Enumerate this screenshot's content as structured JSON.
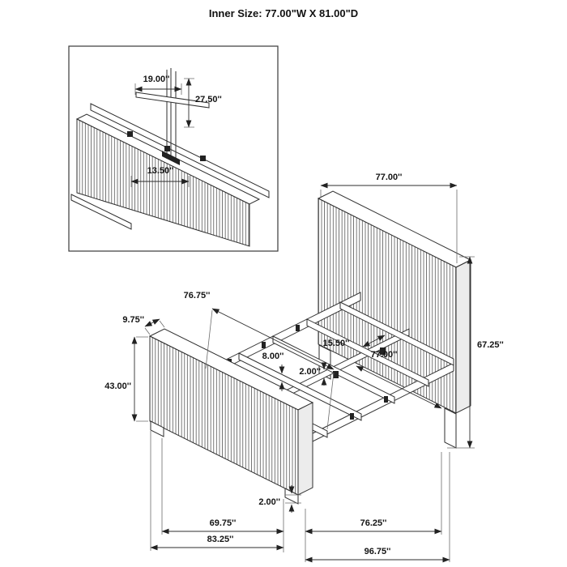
{
  "title": "Inner Size: 77.00\"W X 81.00\"D",
  "inset": {
    "dim_width": "19.00''",
    "dim_height": "27.50''",
    "dim_spacing": "13.50''"
  },
  "dims": {
    "headboard_width": "77.00''",
    "headboard_height": "67.25''",
    "slat_length": "76.75''",
    "side_rail_width": "9.75''",
    "footboard_height": "43.00''",
    "slat_width": "8.00''",
    "slat_spacing": "15.50''",
    "inner_width": "77.00''",
    "slat_thickness": "2.00''",
    "leg_height": "2.00''",
    "footboard_inner_width": "69.75''",
    "inner_depth": "76.25''",
    "footboard_outer_width": "83.25''",
    "overall_depth": "96.75''"
  }
}
